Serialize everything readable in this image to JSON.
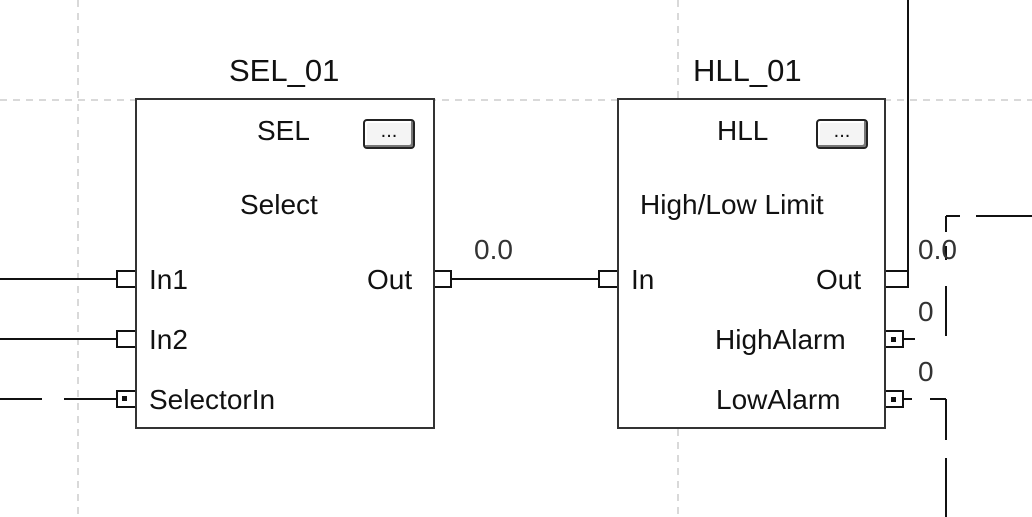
{
  "blocks": {
    "sel": {
      "tag": "SEL_01",
      "type": "SEL",
      "description": "Select",
      "menu_label": "...",
      "pins": {
        "in1": "In1",
        "in2": "In2",
        "selector": "SelectorIn",
        "out": "Out"
      },
      "out_value": "0.0"
    },
    "hll": {
      "tag": "HLL_01",
      "type": "HLL",
      "description": "High/Low Limit",
      "menu_label": "...",
      "pins": {
        "in": "In",
        "out": "Out",
        "high_alarm": "HighAlarm",
        "low_alarm": "LowAlarm"
      },
      "out_value": "0.0",
      "high_alarm_value": "0",
      "low_alarm_value": "0"
    }
  },
  "colors": {
    "wire": "#111111",
    "grid": "#d9d9d9",
    "block_border": "#333333"
  }
}
